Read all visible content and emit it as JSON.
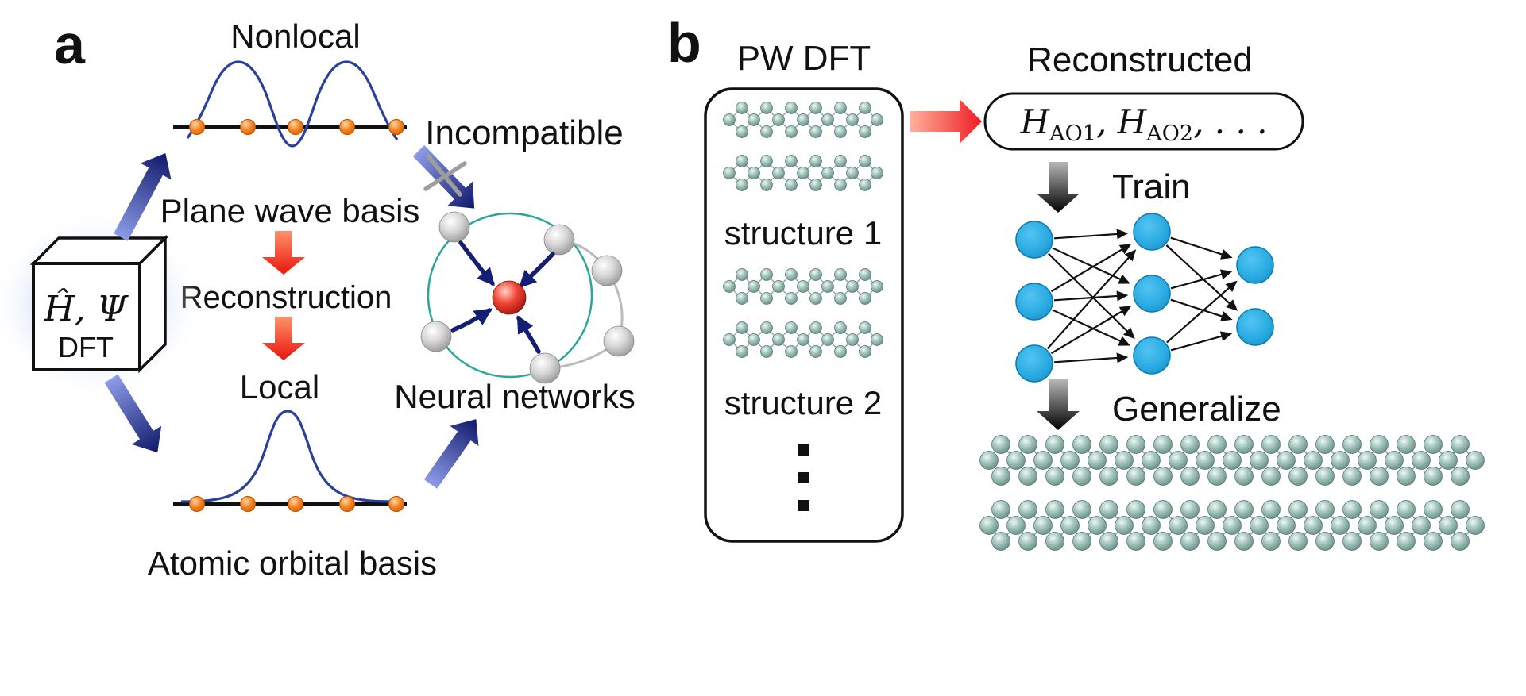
{
  "panelA": {
    "label": "a",
    "nonlocal": "Nonlocal",
    "plane_wave_basis": "Plane wave basis",
    "incompatible": "Incompatible",
    "reconstruction": "Reconstruction",
    "local": "Local",
    "atomic_orbital_basis": "Atomic orbital basis",
    "neural_networks": "Neural networks",
    "cube": {
      "hamiltonian": "Ĥ, Ψ",
      "dft": "DFT"
    }
  },
  "panelB": {
    "label": "b",
    "pw_dft": "PW DFT",
    "structure1": "structure 1",
    "structure2": "structure 2",
    "reconstructed": "Reconstructed",
    "formula": {
      "h1": "H",
      "sub1": "AO1",
      "sep": ", ",
      "h2": "H",
      "sub2": "AO2",
      "tail": ", . . ."
    },
    "train": "Train",
    "generalize": "Generalize"
  },
  "colors": {
    "accent_red": "#ed1c24",
    "navy_arrow": "#141f74",
    "curve_blue": "#2b3f9e",
    "teal_circle": "#2aa79b",
    "node_blue": "#29abe2",
    "atom_teal": "#7fa8a0",
    "atom_orange": "#f58220",
    "muted_gray": "#9d9d9d"
  }
}
